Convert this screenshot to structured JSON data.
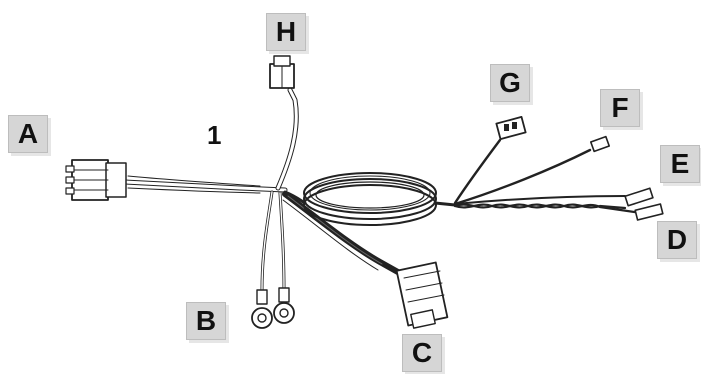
{
  "diagram": {
    "item_number": "1",
    "callouts": {
      "a": "A",
      "b": "B",
      "c": "C",
      "d": "D",
      "e": "E",
      "f": "F",
      "g": "G",
      "h": "H"
    }
  },
  "colors": {
    "label_background": "#d6d6d6",
    "line": "#222222",
    "paper": "#ffffff"
  }
}
